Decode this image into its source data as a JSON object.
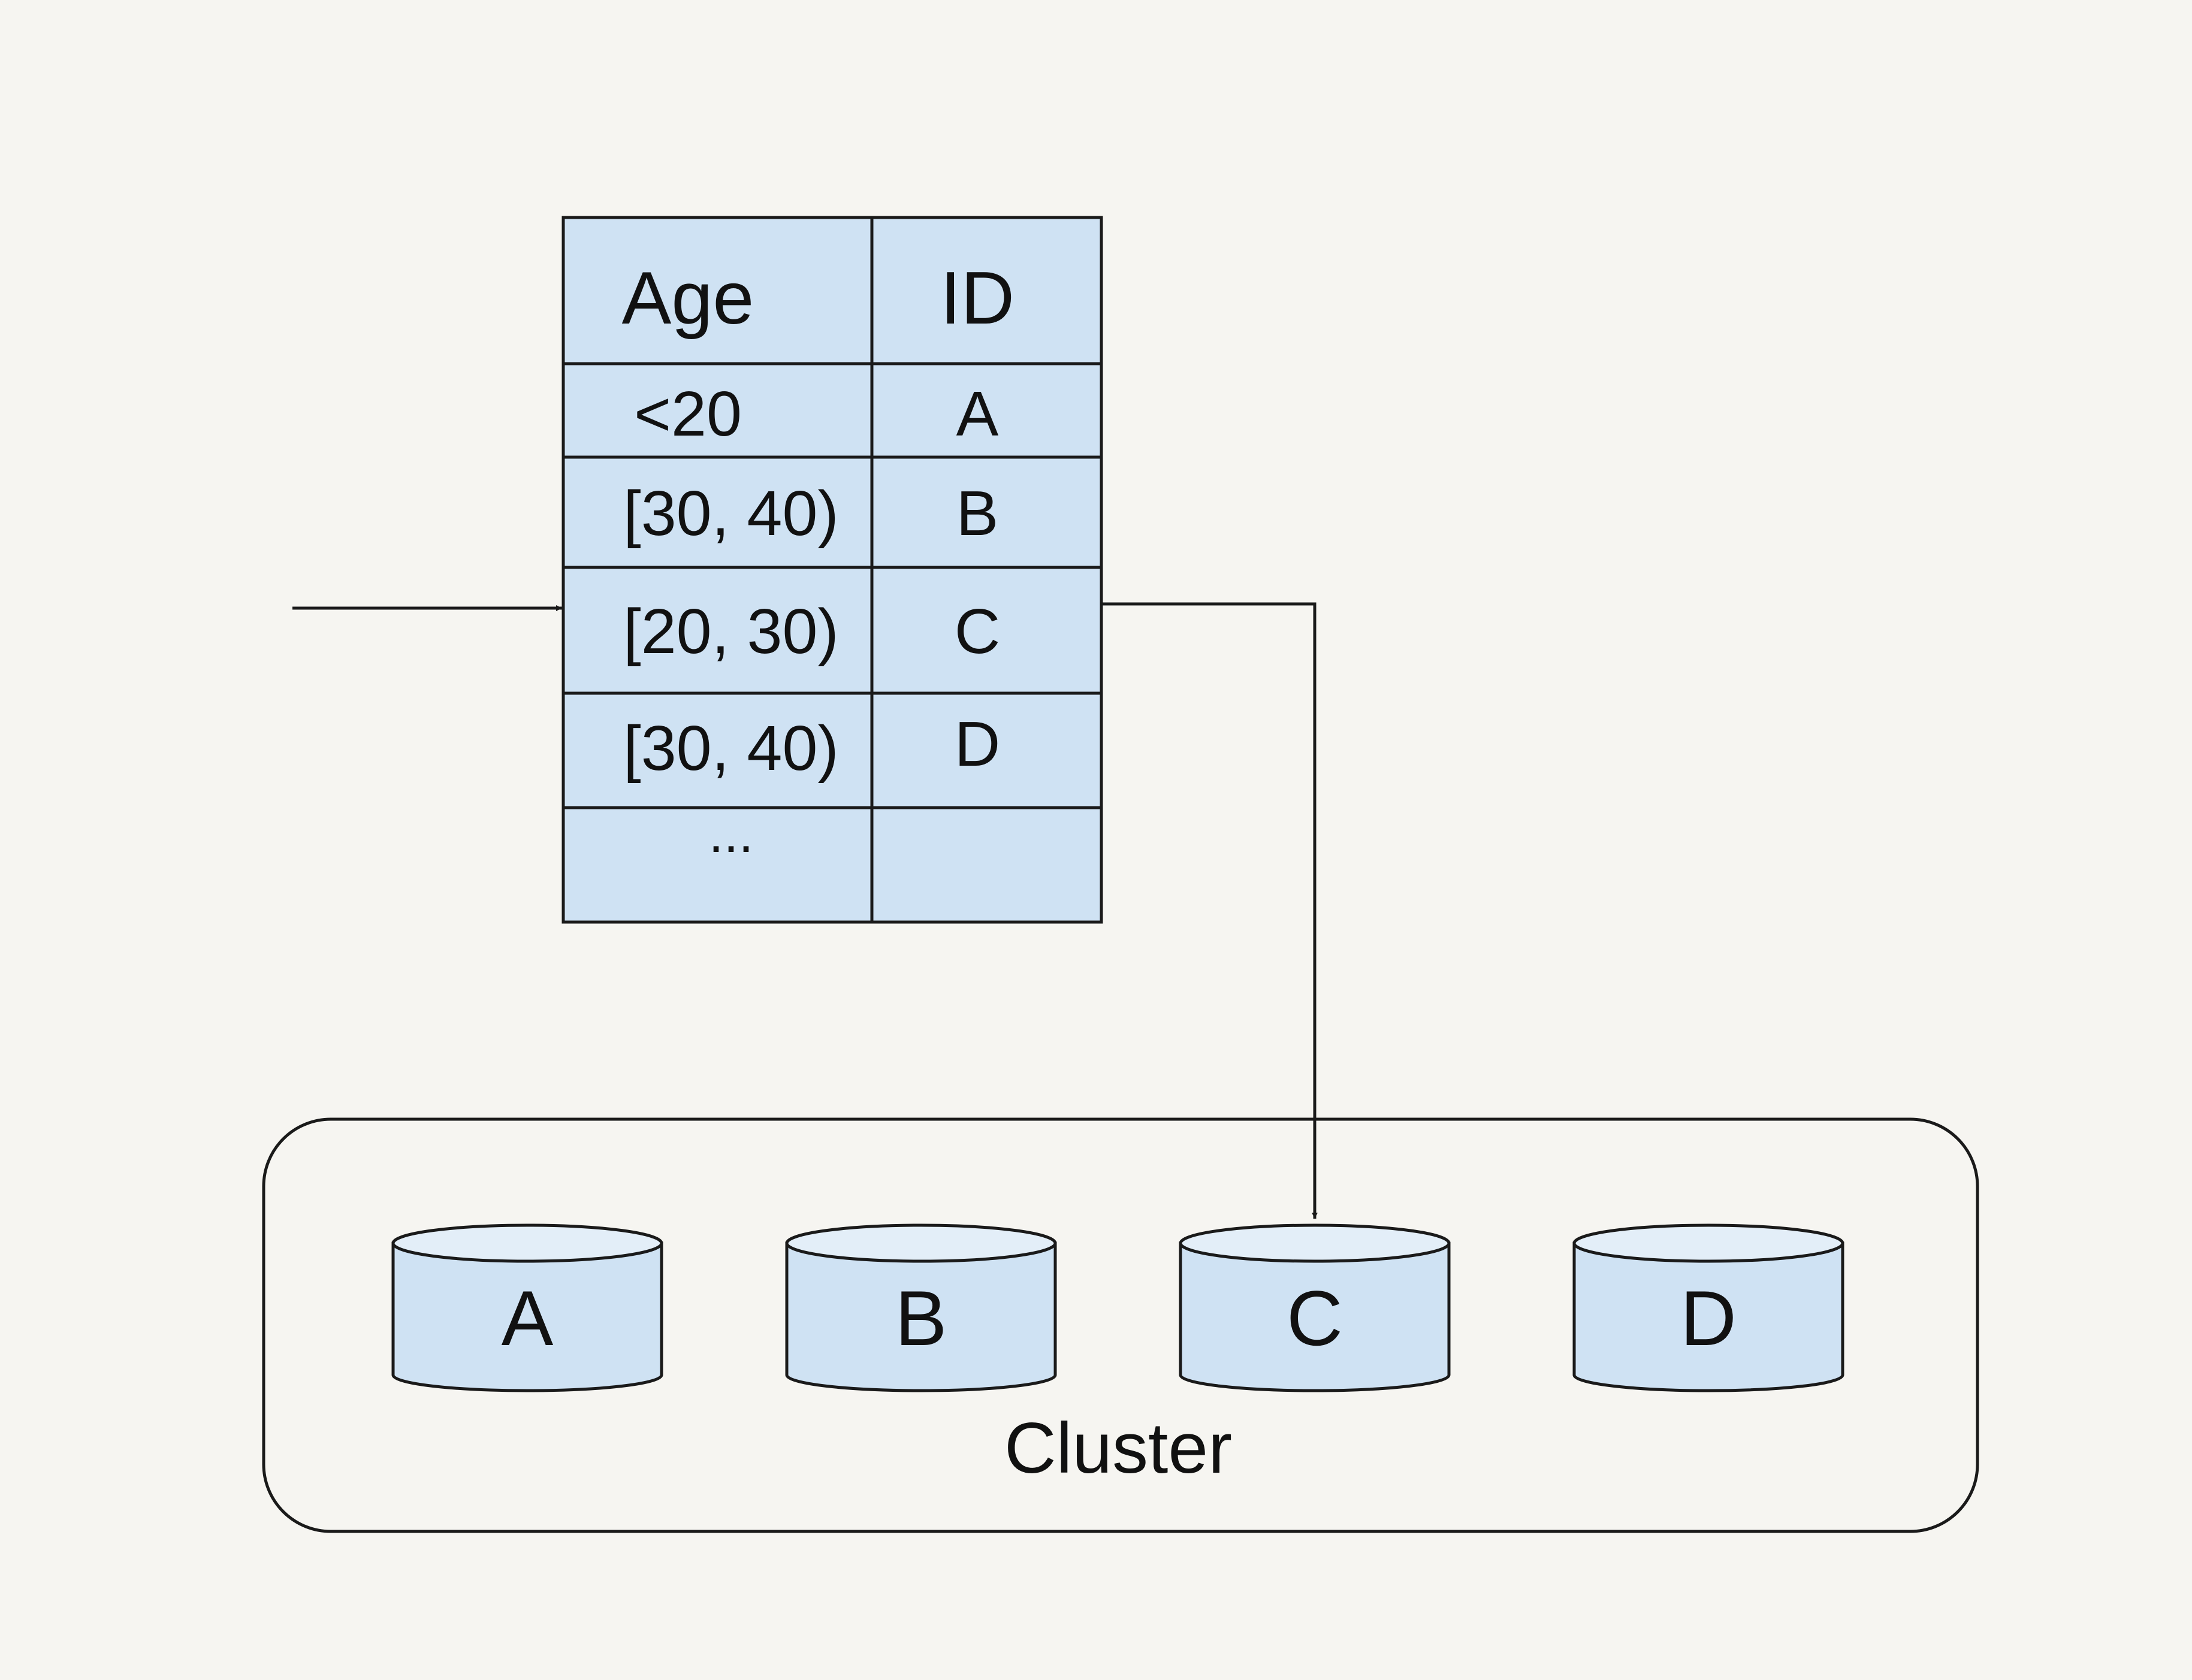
{
  "colors": {
    "background": "#f6f5f1",
    "cell_fill": "#cfe2f3",
    "cylinder_top": "#e3eef8",
    "stroke": "#1a1a1a"
  },
  "table": {
    "headers": [
      "Age",
      "ID"
    ],
    "rows": [
      {
        "age": "<20",
        "id": "A"
      },
      {
        "age": "[30, 40)",
        "id": "B"
      },
      {
        "age": "[20, 30)",
        "id": "C"
      },
      {
        "age": "[30, 40)",
        "id": "D"
      },
      {
        "age": "...",
        "id": ""
      }
    ]
  },
  "cluster": {
    "label": "Cluster",
    "nodes": [
      "A",
      "B",
      "C",
      "D"
    ]
  }
}
